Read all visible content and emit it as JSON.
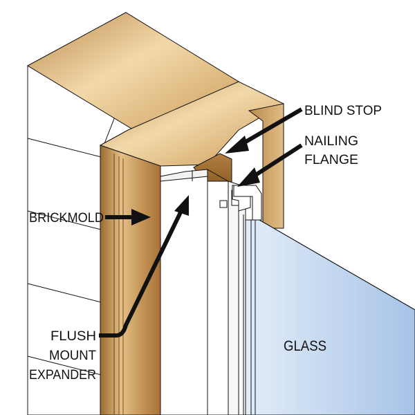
{
  "labels": {
    "blind_stop": "BLIND STOP",
    "nailing_flange_line1": "NAILING",
    "nailing_flange_line2": "FLANGE",
    "brickmold": "BRICKMOLD",
    "flush_mount_expander_line1": "FLUSH",
    "flush_mount_expander_line2": "MOUNT",
    "flush_mount_expander_line3": "EXPANDER",
    "glass": "GLASS"
  },
  "colors": {
    "wood_light": "#e9c892",
    "wood_mid": "#c99a57",
    "wood_dark": "#9a6a2e",
    "glass_light": "#dde9f7",
    "glass_dark": "#a9c5e6",
    "siding": "#ffffff",
    "line": "#111111"
  }
}
